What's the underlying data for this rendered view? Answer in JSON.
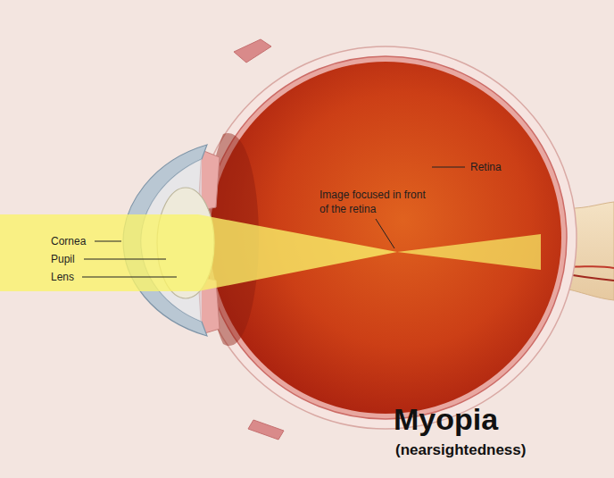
{
  "diagram": {
    "title": "Myopia",
    "caption": "(nearsightedness)",
    "labels": [
      "Retina",
      "Image focused in front of the retina",
      "Cornea",
      "Pupil",
      "Lens"
    ]
  }
}
